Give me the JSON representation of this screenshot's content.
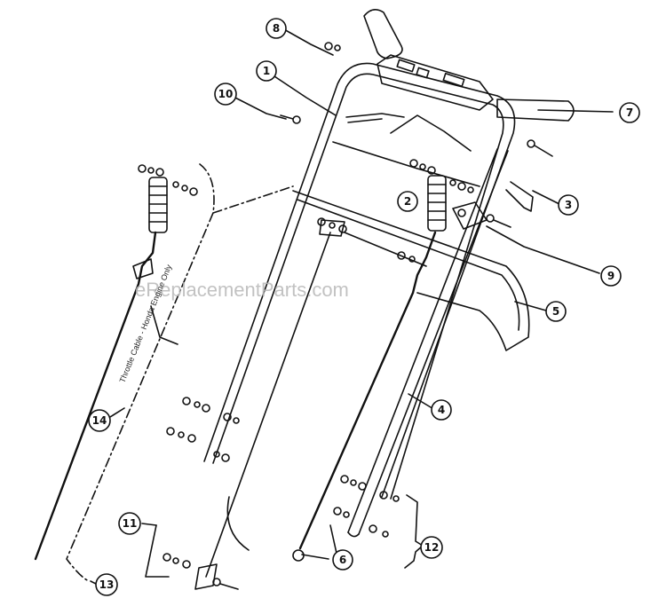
{
  "watermark": "eReplacementParts.com",
  "cable_label": "Throttle Cable - Honda Engine Only",
  "callouts": [
    {
      "id": "c1",
      "label": "1"
    },
    {
      "id": "c2",
      "label": "2"
    },
    {
      "id": "c3",
      "label": "3"
    },
    {
      "id": "c4",
      "label": "4"
    },
    {
      "id": "c5",
      "label": "5"
    },
    {
      "id": "c6",
      "label": "6"
    },
    {
      "id": "c7",
      "label": "7"
    },
    {
      "id": "c8",
      "label": "8"
    },
    {
      "id": "c9",
      "label": "9"
    },
    {
      "id": "c10",
      "label": "10"
    },
    {
      "id": "c11",
      "label": "11"
    },
    {
      "id": "c12",
      "label": "12"
    },
    {
      "id": "c13",
      "label": "13"
    },
    {
      "id": "c14",
      "label": "14"
    }
  ],
  "colors": {
    "line": "#111111",
    "watermark": "#b8b8b8"
  }
}
